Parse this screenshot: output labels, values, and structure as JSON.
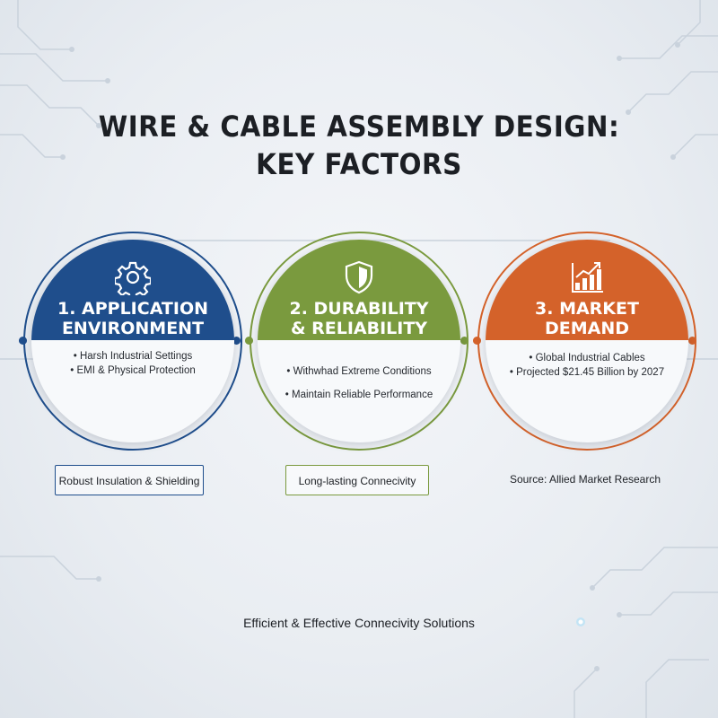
{
  "title": {
    "line1": "WIRE & CABLE ASSEMBLY DESIGN:",
    "line2": "KEY FACTORS"
  },
  "factors": [
    {
      "title_line1": "1. APPLICATION",
      "title_line2": "ENVIRONMENT",
      "icon": "gear-icon",
      "color": "#1f4e8c",
      "bullets": [
        "Harsh Industrial Settings",
        "EMI & Physical Protection"
      ]
    },
    {
      "title_line1": "2. DURABILITY",
      "title_line2": "& RELIABILITY",
      "icon": "shield-icon",
      "color": "#7a9a3e",
      "bullets": [
        "Withwhad Extreme Conditions",
        "Maintain Reliable Performance"
      ]
    },
    {
      "title_line1": "3. MARKET",
      "title_line2": "DEMAND",
      "icon": "bar-chart-growth-icon",
      "color": "#d4622a",
      "bullets": [
        "Global Industrial Cables",
        "Projected $21.45 Billion by 2027"
      ]
    }
  ],
  "labels": {
    "box1": "Robust Insulation & Shielding",
    "box2": "Long-lasting Connecivity",
    "source": "Source: Allied Market Research"
  },
  "footer": "Efficient & Effective Connecivity Solutions"
}
